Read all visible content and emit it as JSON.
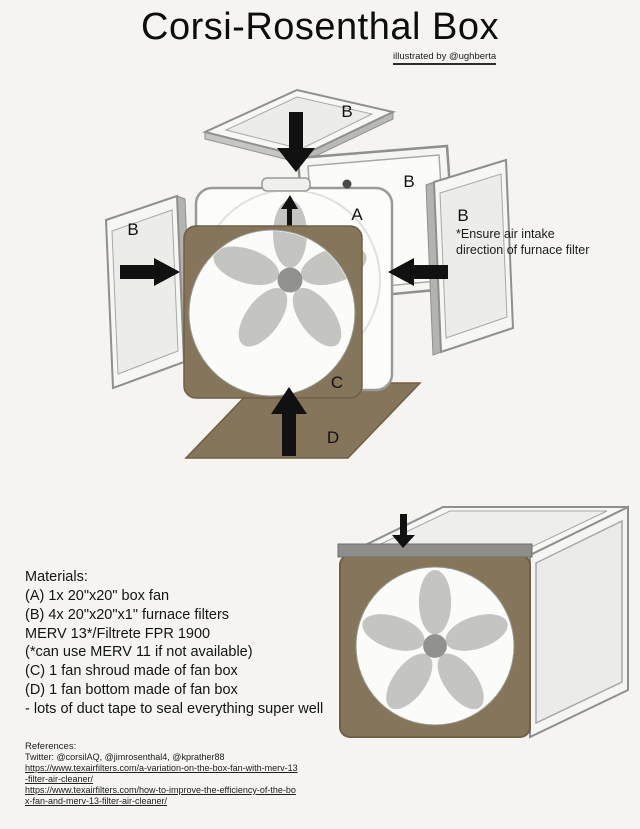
{
  "header": {
    "title": "Corsi-Rosenthal Box",
    "credit": "illustrated by @ughberta"
  },
  "exploded": {
    "labels": {
      "top_filter": "B",
      "back_filter": "B",
      "right_filter": "B",
      "left_filter": "B",
      "fan": "A",
      "shroud": "C",
      "fan_bottom": "D"
    },
    "note_lines": [
      "*Ensure air intake",
      "direction of furnace filter"
    ]
  },
  "materials": {
    "heading": "Materials:",
    "lines": [
      "(A) 1x 20\"x20\" box fan",
      "(B) 4x 20\"x20\"x1\" furnace filters",
      "MERV 13*/Filtrete FPR 1900",
      "(*can use MERV 11 if not available)",
      "(C) 1 fan shroud made of fan box",
      "(D) 1 fan bottom made of fan box",
      "- lots of duct tape to seal everything super well"
    ]
  },
  "references": {
    "heading": "References:",
    "twitter": "Twitter: @corsilAQ, @jimrosenthal4, @kprather88",
    "url_lines": [
      "https://www.texairfilters.com/a-variation-on-the-box-fan-with-merv-13",
      "-filter-air-cleaner/",
      "https://www.texairfilters.com/how-to-improve-the-efficiency-of-the-bo",
      "x-fan-and-merv-13-filter-air-cleaner/"
    ]
  },
  "colors": {
    "cardboard": "#85755b",
    "blade": "#c4c4c1",
    "hub": "#91918e",
    "arrow": "#111111",
    "background": "#f5f4f1"
  }
}
